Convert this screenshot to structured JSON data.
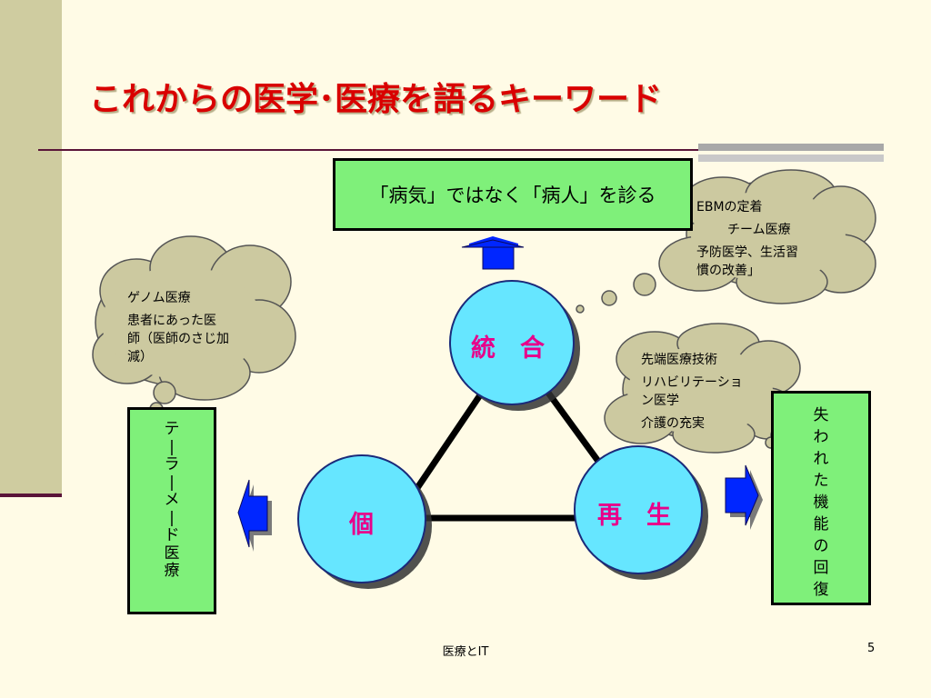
{
  "slide": {
    "title": "これからの医学･医療を語るキーワード",
    "top_box": "「病気」ではなく「病人」を診る",
    "left_box_chars": [
      "テ",
      "|",
      "ラ",
      "|",
      "メ",
      "|",
      "ド",
      "医",
      "療"
    ],
    "right_box_chars": [
      "失",
      "わ",
      "れ",
      "た",
      "機",
      "能",
      "の",
      "回",
      "復"
    ],
    "circles": {
      "top": "統　合",
      "left": "個",
      "right": "再　生"
    },
    "clouds": {
      "left": [
        "ゲノム医療",
        "患者にあった医",
        "師（医師のさじ加",
        "減）"
      ],
      "top_right": [
        "EBMの定着",
        "チーム医療",
        "予防医学、生活習",
        "慣の改善」"
      ],
      "middle": [
        "先端医療技術",
        "リハビリテーショ",
        "ン医学",
        "介護の充実"
      ]
    },
    "footer": {
      "center": "医療とIT",
      "page": "5"
    }
  },
  "colors": {
    "title": "#d90000",
    "green_box": "#7ff07a",
    "circle_fill": "#66e6ff",
    "circle_label": "#e8008a",
    "cloud_fill": "#ccc9a0",
    "arrow_fill": "#0026ff",
    "side_band": "#cfcca0"
  }
}
